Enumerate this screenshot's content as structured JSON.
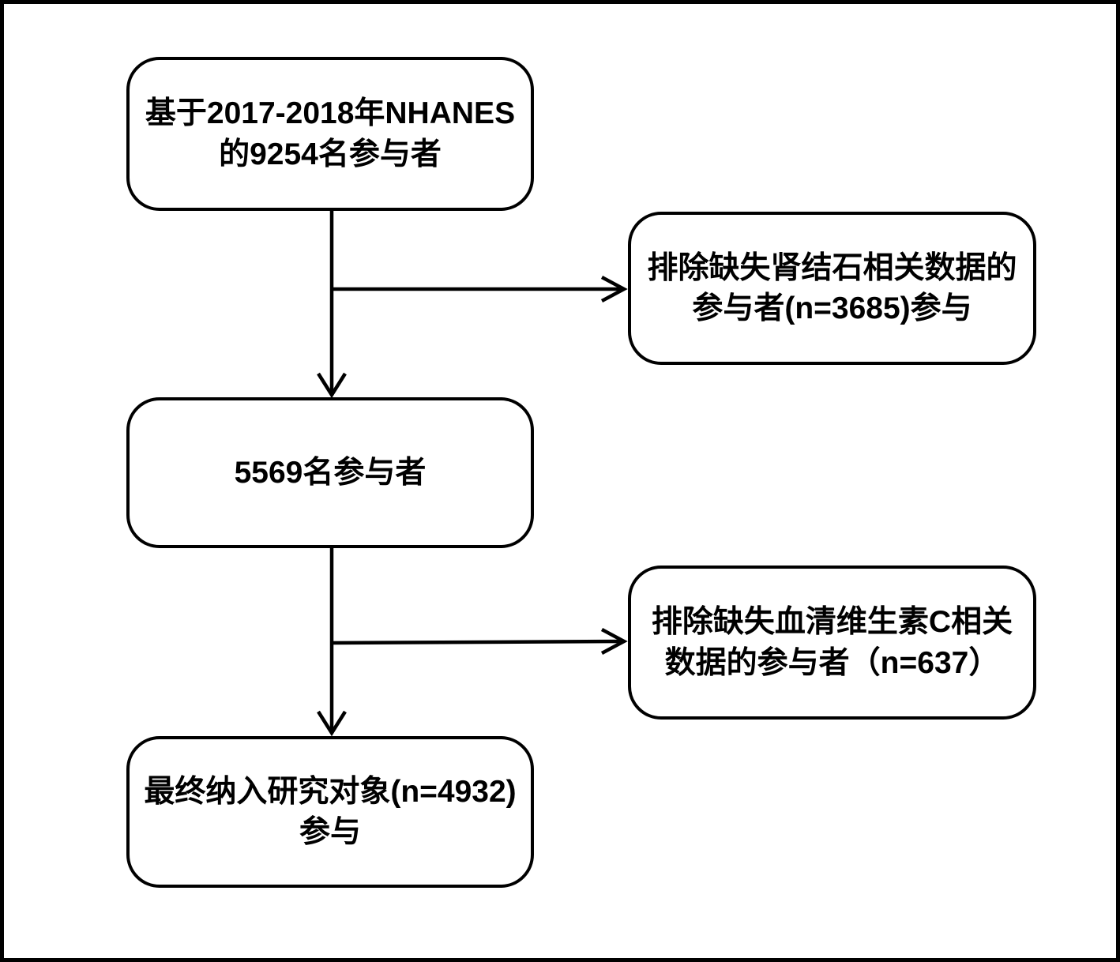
{
  "diagram": {
    "title": "NHANES participant selection flowchart",
    "colors": {
      "stroke": "#000000",
      "background": "#ffffff"
    },
    "nodes": {
      "initial": {
        "line1": "基于2017-2018年NHANES",
        "line2": "的9254名参与者"
      },
      "excluded_kidney_stone": {
        "line1": "排除缺失肾结石相关数据的",
        "line2": "参与者(n=3685)参与"
      },
      "after_first_exclusion": {
        "line1": "5569名参与者"
      },
      "excluded_vitamin_c": {
        "line1": "排除缺失血清维生素C相关",
        "line2": "数据的参与者（n=637）"
      },
      "final": {
        "line1": "最终纳入研究对象(n=4932)",
        "line2": "参与"
      }
    }
  }
}
